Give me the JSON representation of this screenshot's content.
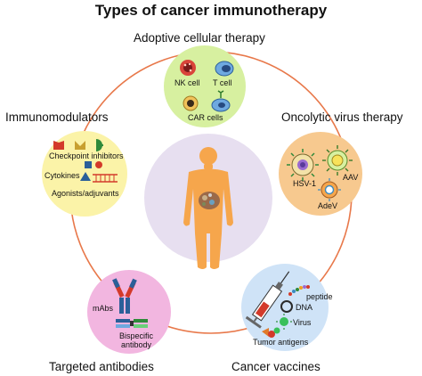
{
  "title": "Types of cancer immunotherapy",
  "categories": {
    "adoptive": {
      "title": "Adoptive cellular therapy",
      "items": [
        "NK cell",
        "T cell",
        "CAR cells"
      ]
    },
    "oncolytic": {
      "title": "Oncolytic virus therapy",
      "items": [
        "HSV-1",
        "AAV",
        "AdeV"
      ]
    },
    "vaccines": {
      "title": "Cancer vaccines",
      "items": [
        "peptide",
        "DNA",
        "Virus",
        "Tumor antigens"
      ]
    },
    "antibodies": {
      "title": "Targeted antibodies",
      "items": [
        "mAbs",
        "Bispecific antibody"
      ]
    },
    "immunomodulators": {
      "title": "Immunomodulators",
      "items": [
        "Checkpoint inhibitors",
        "Cytokines",
        "Agonists/adjuvants"
      ]
    }
  },
  "colors": {
    "ring": "#e8784a",
    "adoptive_bg": "#d7f0a0",
    "oncolytic_bg": "#f7c98f",
    "vaccines_bg": "#cfe3f7",
    "antibodies_bg": "#f2b6e0",
    "immunomodulators_bg": "#fbf3a8",
    "center_bg": "#e7dff0",
    "body": "#f6a64c"
  }
}
